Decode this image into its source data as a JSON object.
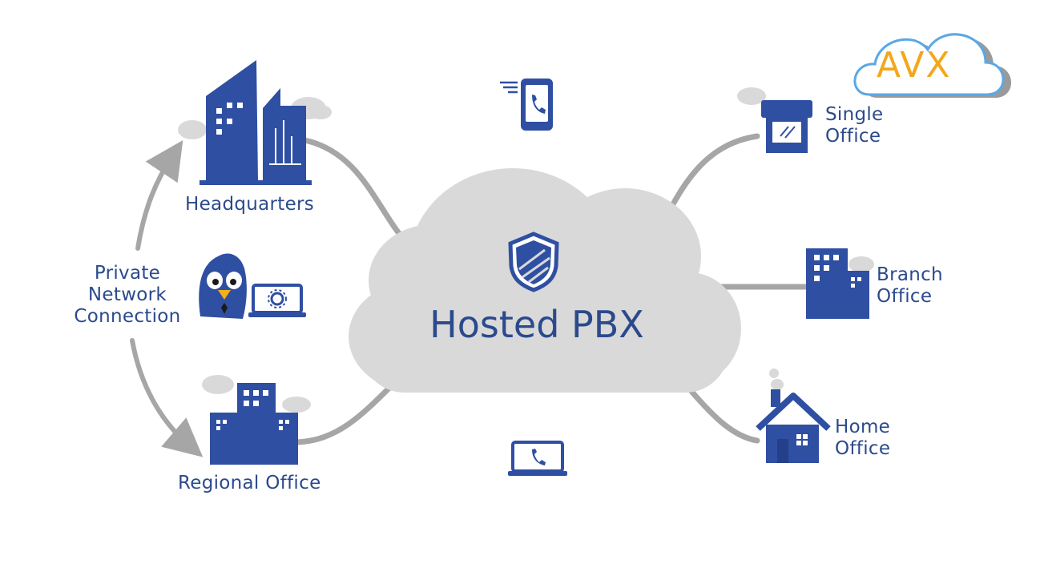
{
  "title": "Hosted PBX",
  "logo": {
    "text": "AVX",
    "text_color": "#f2a81d",
    "outline_color": "#5aa8e6"
  },
  "colors": {
    "primary": "#2b4a8c",
    "icon_blue": "#2f4fa2",
    "cloud_gray": "#d9d9d9",
    "line_gray": "#a6a6a6"
  },
  "nodes": {
    "headquarters": {
      "label": "Headquarters"
    },
    "regional_office": {
      "label": "Regional Office"
    },
    "private_network": {
      "line1": "Private",
      "line2": "Network",
      "line3": "Connection"
    },
    "single_office": {
      "line1": "Single",
      "line2": "Office"
    },
    "branch_office": {
      "line1": "Branch",
      "line2": "Office"
    },
    "home_office": {
      "line1": "Home",
      "line2": "Office"
    }
  },
  "icons": [
    "mobile-phone-icon",
    "laptop-phone-icon",
    "shield-icon",
    "bird-mascot-icon",
    "laptop-settings-icon"
  ]
}
